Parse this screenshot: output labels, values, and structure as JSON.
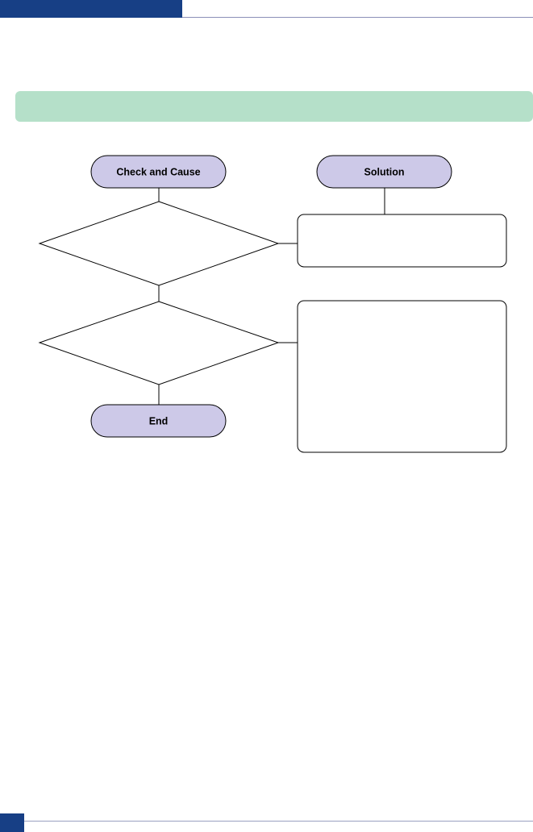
{
  "flowchart": {
    "terminals": {
      "check_and_cause": "Check and Cause",
      "solution": "Solution",
      "end": "End"
    }
  },
  "colors": {
    "header_navy": "#173f85",
    "title_band_green": "#b5e0c9",
    "terminal_fill": "#cdc9e8"
  }
}
